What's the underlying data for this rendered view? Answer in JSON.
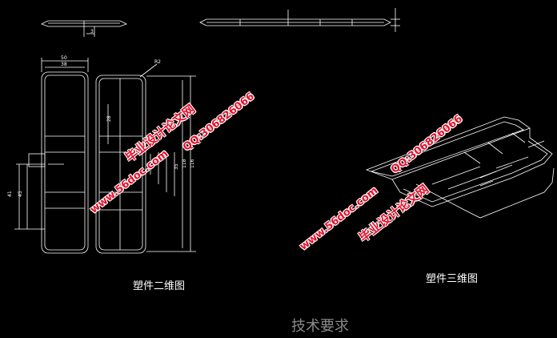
{
  "captions": {
    "view_2d": "塑件二维图",
    "view_3d": "塑件三维图",
    "tech_requirements": "技术要求"
  },
  "watermarks": {
    "site_cn": "毕业设计论文网",
    "site_url": "www.56doc.com",
    "qq": "QQ:306826066"
  },
  "dimensions": {
    "top_small": "3",
    "width_outer": "50",
    "width_inner": "38",
    "r_label": "R2",
    "height_total": "116",
    "height_inner": "118",
    "vert_a": "35",
    "vert_b": "28",
    "vert_c": "41",
    "vert_d": "45"
  },
  "colors": {
    "line": "#ffffff",
    "background": "#000000",
    "watermark": "#e8102a",
    "caption_muted": "#8a8a8a"
  }
}
